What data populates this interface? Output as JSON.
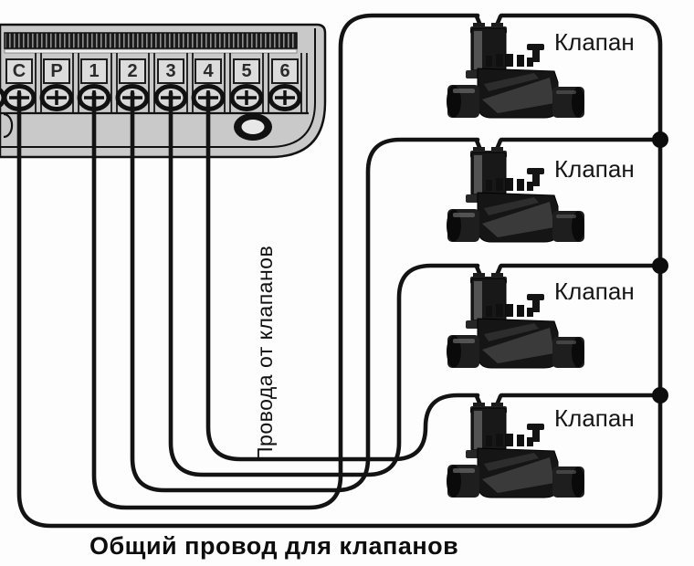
{
  "diagram": {
    "controller": {
      "terminals": [
        "C",
        "P",
        "1",
        "2",
        "3",
        "4",
        "5",
        "6"
      ]
    },
    "valves": {
      "labels": [
        "Клапан",
        "Клапан",
        "Клапан",
        "Клапан"
      ]
    },
    "annotations": {
      "wires_from_valves": "Провода от клапанов",
      "common_wire": "Общий провод для клапанов"
    },
    "colors": {
      "wire": "#131313",
      "controller_body": "#c9c9c9",
      "background": "#ffffff"
    }
  }
}
